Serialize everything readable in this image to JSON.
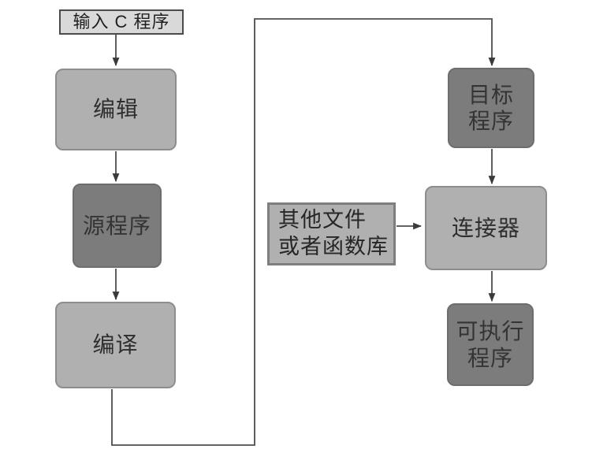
{
  "diagram": {
    "description": "Flowchart of C program build process",
    "colors": {
      "background": "#ffffff",
      "light_box_fill": "#b0b0b0",
      "dark_box_fill": "#7c7c7c",
      "label_box_fill": "#d9d9d9",
      "line": "#4d4d4d",
      "text": "#2e2e2e"
    },
    "nodes": {
      "input": {
        "label": "输入 C 程序"
      },
      "edit": {
        "label": "编辑"
      },
      "source": {
        "label": "源程序"
      },
      "compile": {
        "label": "编译"
      },
      "target": {
        "line1": "目标",
        "line2": "程序"
      },
      "other_files": {
        "line1": "其他文件",
        "line2": "或者函数库"
      },
      "linker": {
        "label": "连接器"
      },
      "executable": {
        "line1": "可执行",
        "line2": "程序"
      }
    },
    "edges": [
      "input -> edit",
      "edit -> source",
      "source -> compile",
      "compile -> target (down, right, up, right, down)",
      "target -> linker",
      "other_files -> linker",
      "linker -> executable"
    ]
  }
}
